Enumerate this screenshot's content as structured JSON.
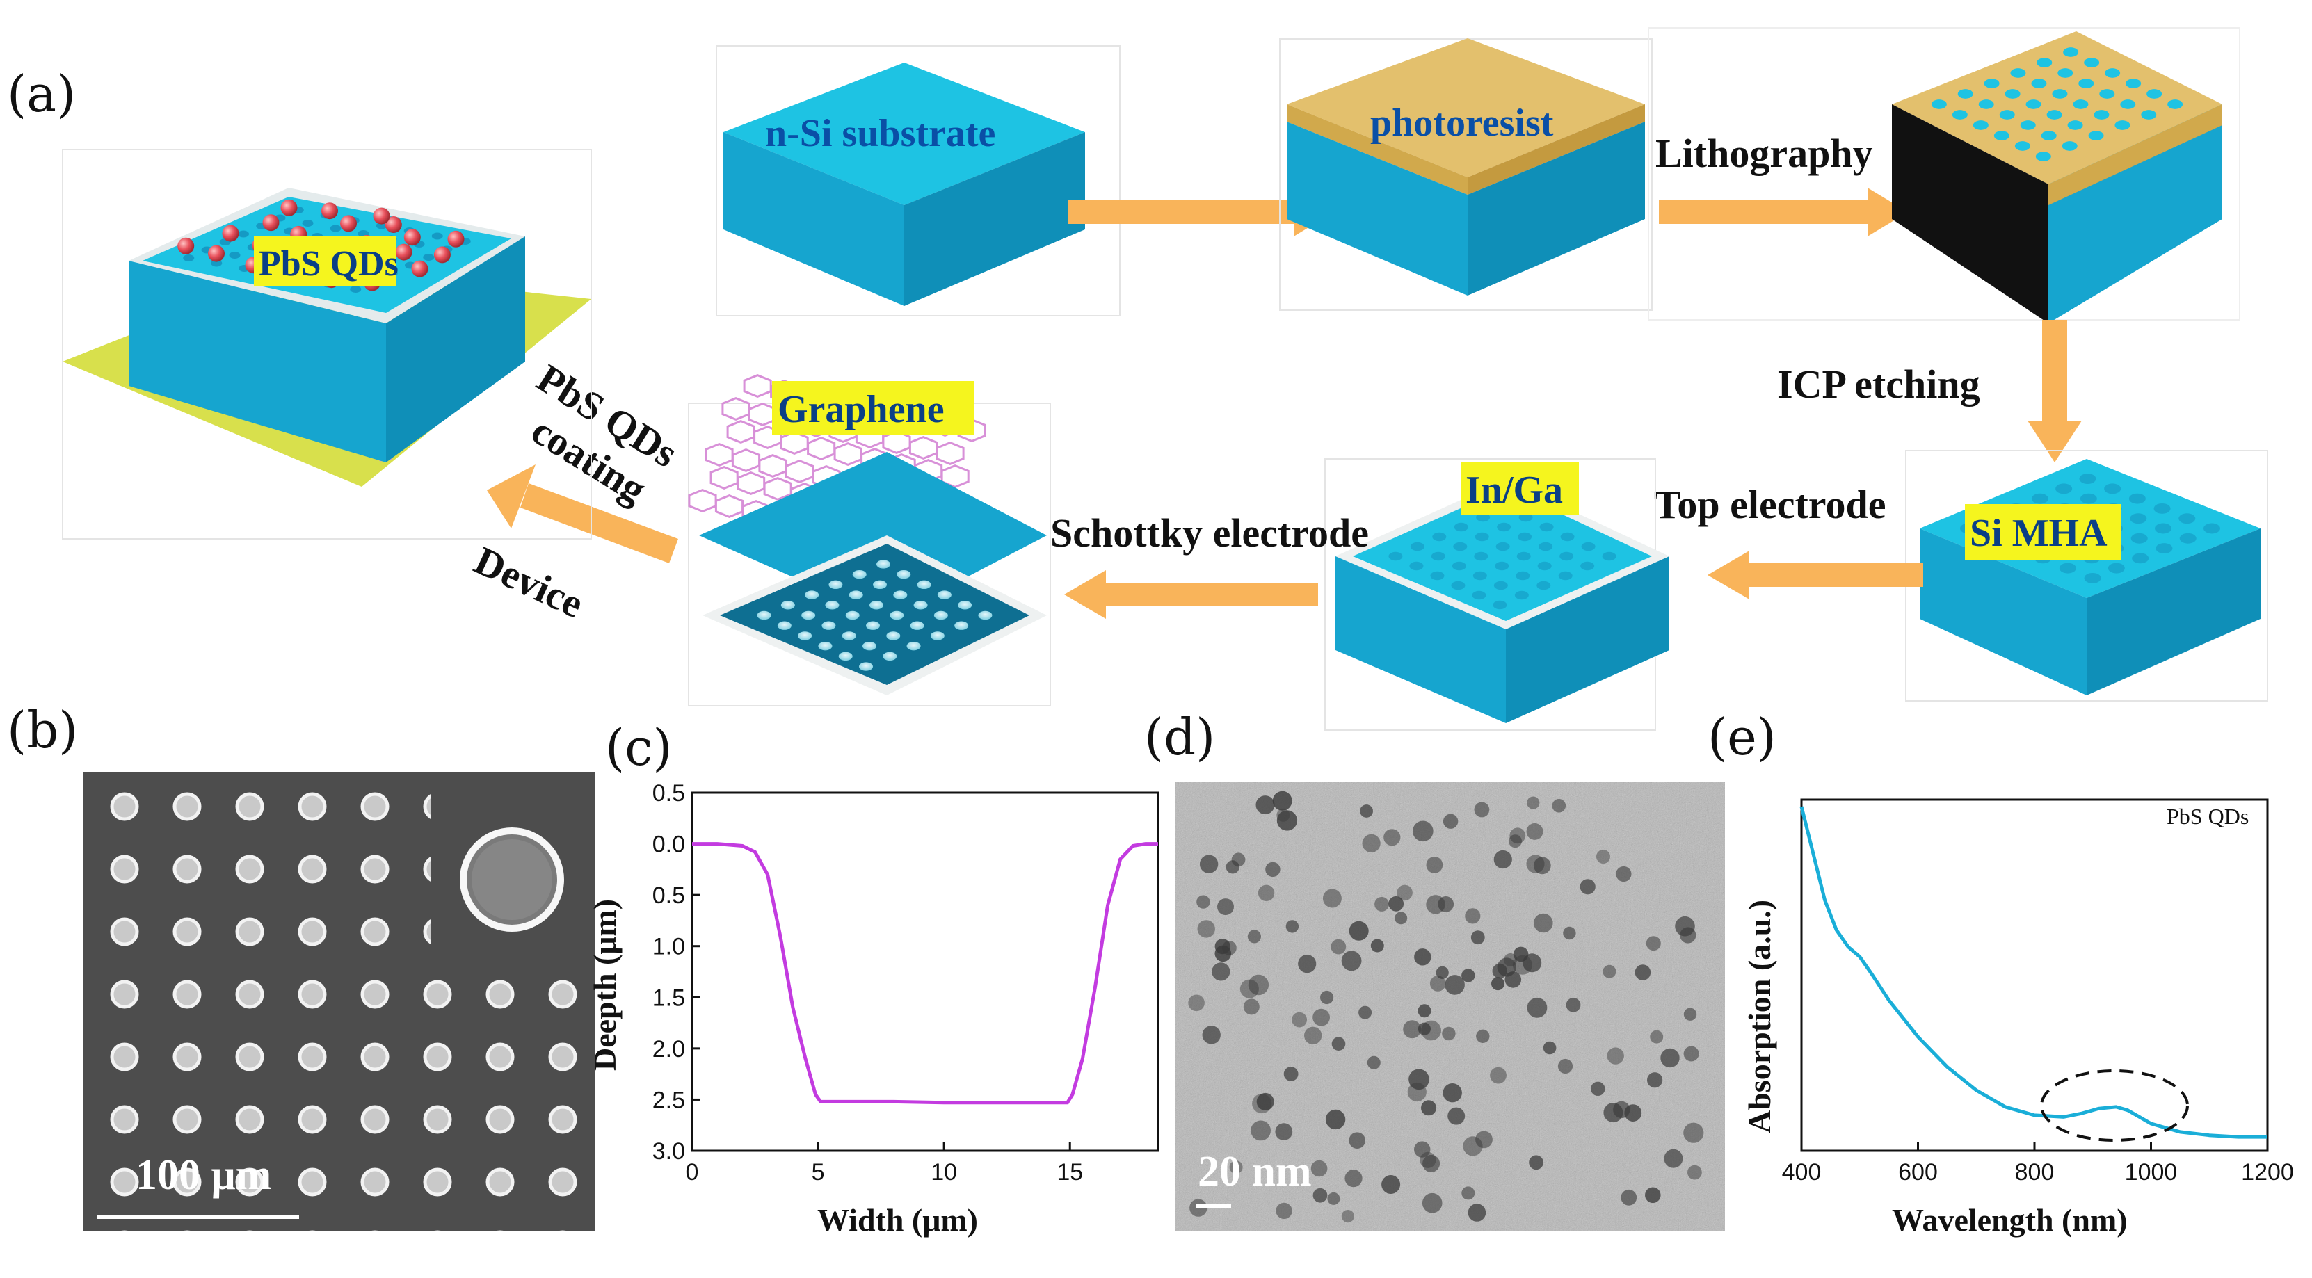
{
  "panel_letters": {
    "a": "(a)",
    "b": "(b)",
    "c": "(c)",
    "d": "(d)",
    "e": "(e)"
  },
  "schematic": {
    "n_si_substrate": "n-Si substrate",
    "photoresist": "photoresist",
    "lithography": "Lithography",
    "icp_etching": "ICP etching",
    "si_mha": "Si MHA",
    "top_electrode": "Top electrode",
    "in_ga": "In/Ga",
    "schottky_electrode": "Schottky electrode",
    "graphene": "Graphene",
    "pbs_coating_line1": "PbS QDs",
    "pbs_coating_line2": "coating",
    "device": "Device",
    "pbs_qds": "PbS QDs"
  },
  "colors": {
    "si_blue": "#1ec3e3",
    "si_dark": "#0f8fb8",
    "photoresist": "#e3c06d",
    "arrow": "#f9b45a",
    "highlight": "#f5f51e",
    "qd_red": "#e8505b",
    "graphene": "#d890d8",
    "substrate": "#d8e04c",
    "curve_c": "#c33be0",
    "curve_e": "#1aaed8"
  },
  "sem": {
    "scale_bar": "100 μm"
  },
  "tem": {
    "scale_bar": "20 nm"
  },
  "chart_data": [
    {
      "type": "line",
      "panel": "c",
      "xlabel": "Width (μm)",
      "ylabel": "Deepth (μm)",
      "xlim": [
        0,
        18.5
      ],
      "ylim": [
        3.0,
        -0.5
      ],
      "x_ticks": [
        "0",
        "5",
        "10",
        "15"
      ],
      "y_ticks": [
        "0.5",
        "0.0",
        "0.5",
        "1.0",
        "1.5",
        "2.0",
        "2.5",
        "3.0"
      ],
      "series": [
        {
          "x": [
            0,
            1.0,
            2.0,
            2.5,
            3.0,
            3.5,
            4.0,
            4.5,
            4.9,
            5.1,
            8.0,
            10.0,
            12.0,
            14.9,
            15.1,
            15.5,
            16.0,
            16.5,
            17.0,
            17.5,
            18.0,
            18.5
          ],
          "y": [
            0.0,
            0.0,
            0.02,
            0.08,
            0.3,
            0.9,
            1.6,
            2.1,
            2.45,
            2.52,
            2.52,
            2.53,
            2.53,
            2.53,
            2.45,
            2.1,
            1.4,
            0.6,
            0.15,
            0.02,
            0.0,
            0.0
          ]
        }
      ]
    },
    {
      "type": "line",
      "panel": "e",
      "xlabel": "Wavelength (nm)",
      "ylabel": "Absorption (a.u.)",
      "xlim": [
        400,
        1200
      ],
      "x_ticks": [
        "400",
        "600",
        "800",
        "1000",
        "1200"
      ],
      "legend": "PbS QDs",
      "series": [
        {
          "name": "PbS QDs",
          "x": [
            400,
            420,
            440,
            460,
            480,
            500,
            520,
            550,
            600,
            650,
            700,
            750,
            800,
            850,
            880,
            910,
            940,
            960,
            980,
            1000,
            1050,
            1100,
            1150,
            1200
          ],
          "y": [
            1.0,
            0.86,
            0.72,
            0.63,
            0.58,
            0.55,
            0.5,
            0.42,
            0.31,
            0.22,
            0.15,
            0.1,
            0.075,
            0.07,
            0.08,
            0.095,
            0.1,
            0.09,
            0.07,
            0.05,
            0.025,
            0.015,
            0.01,
            0.01
          ]
        }
      ]
    }
  ]
}
